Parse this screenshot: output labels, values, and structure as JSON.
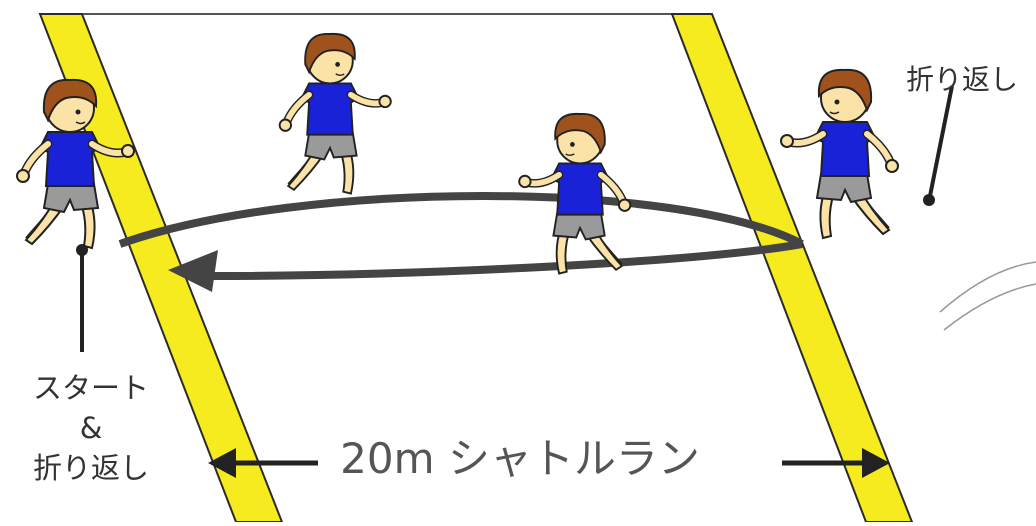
{
  "labels": {
    "turnaround_right": "折り返し",
    "start_line1": "スタート",
    "start_line2": "&",
    "start_line3": "折り返し",
    "distance": "20m シャトルラン"
  },
  "colors": {
    "lane_line": "#f5eb1e",
    "lane_outline": "#2b2b2b",
    "shirt": "#1a22d8",
    "shorts": "#9a9a9a",
    "skin": "#fbe3a8",
    "hair": "#a0521c",
    "arrow": "#444444"
  }
}
